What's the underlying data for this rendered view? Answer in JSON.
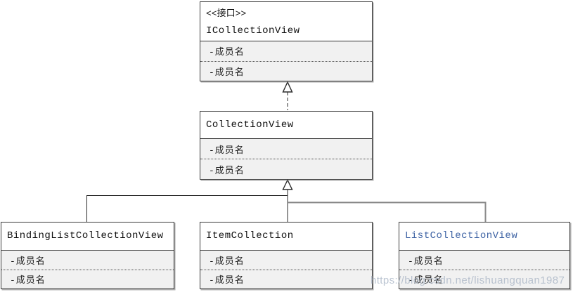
{
  "diagram": {
    "type": "uml-class-diagram",
    "classes": [
      {
        "id": "icollectionview",
        "stereotype": "<<接口>>",
        "name": "ICollectionView",
        "members": [
          "-成员名",
          "-成员名"
        ]
      },
      {
        "id": "collectionview",
        "name": "CollectionView",
        "members": [
          "-成员名",
          "-成员名"
        ]
      },
      {
        "id": "bindinglistcollectionview",
        "name": "BindingListCollectionView",
        "members": [
          "-成员名",
          "-成员名"
        ]
      },
      {
        "id": "itemcollection",
        "name": "ItemCollection",
        "members": [
          "-成员名",
          "-成员名"
        ]
      },
      {
        "id": "listcollectionview",
        "name": "ListCollectionView",
        "members": [
          "-成员名",
          "-成员名"
        ]
      }
    ],
    "relationships": [
      {
        "from": "CollectionView",
        "to": "ICollectionView",
        "type": "realization"
      },
      {
        "from": "BindingListCollectionView",
        "to": "CollectionView",
        "type": "generalization"
      },
      {
        "from": "ItemCollection",
        "to": "CollectionView",
        "type": "generalization"
      },
      {
        "from": "ListCollectionView",
        "to": "CollectionView",
        "type": "generalization"
      }
    ],
    "watermark": "https://blog.csdn.net/lishuangquan1987",
    "colors": {
      "member_section_bg": "#f1f1f1",
      "box_border": "#3a3a3a",
      "link_class_name": "#3e63a4",
      "connector_black": "#2b2b2b",
      "connector_gray": "#8a8a8a",
      "watermark": "#aab6c6"
    }
  }
}
